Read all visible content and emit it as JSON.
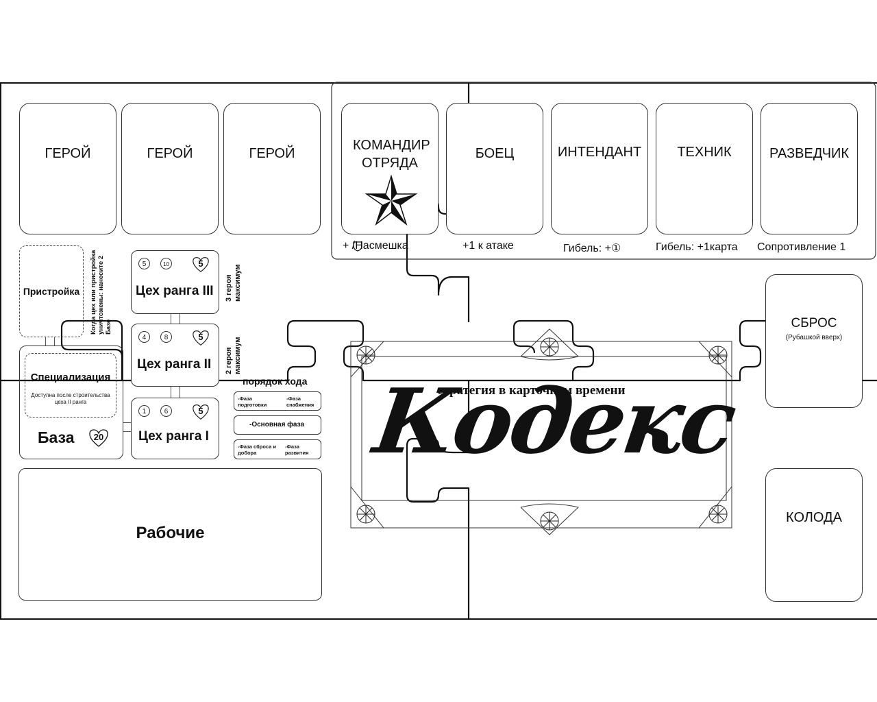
{
  "hero_slots": [
    "ГЕРОЙ",
    "ГЕРОЙ",
    "ГЕРОЙ"
  ],
  "roles": [
    {
      "name": "КОМАНДИР ОТРЯДА",
      "effect": "+ /Насмешка"
    },
    {
      "name": "БОЕЦ",
      "effect": "+1 к атаке"
    },
    {
      "name": "ИНТЕНДАНТ",
      "effect": "Гибель: +①"
    },
    {
      "name": "ТЕХНИК",
      "effect": "Гибель: +1карта"
    },
    {
      "name": "РАЗВЕДЧИК",
      "effect": "Сопротивление 1"
    }
  ],
  "annex": {
    "label": "Пристройка",
    "note": "Когда цех или пристройка уничтожены: нанесите 2 Базе"
  },
  "specialization": {
    "label": "Специализация",
    "note": "Доступна после строительства цеха II ранга"
  },
  "base": {
    "label": "База",
    "health": "20"
  },
  "workshops": [
    {
      "title": "Цех ранга III",
      "cost": "5",
      "workers": "10",
      "health": "5",
      "note": "3 героя максимум"
    },
    {
      "title": "Цех ранга II",
      "cost": "4",
      "workers": "8",
      "health": "5",
      "note": "2 героя максимум"
    },
    {
      "title": "Цех ранга I",
      "cost": "1",
      "workers": "6",
      "health": "5",
      "note": ""
    }
  ],
  "turn_order": {
    "title": "порядок хода",
    "phases": [
      "-Фаза подготовки",
      "-Фаза снабжения",
      "-Основная фаза",
      "-Фаза сброса и добора",
      "-Фаза развития"
    ]
  },
  "workers_label": "Рабочие",
  "logo": {
    "title": "Кодекс",
    "subtitle": "стратегия в карточном времени"
  },
  "discard": {
    "label": "СБРОС",
    "note": "(Рубашкой вверх)"
  },
  "deck_label": "КОЛОДА"
}
